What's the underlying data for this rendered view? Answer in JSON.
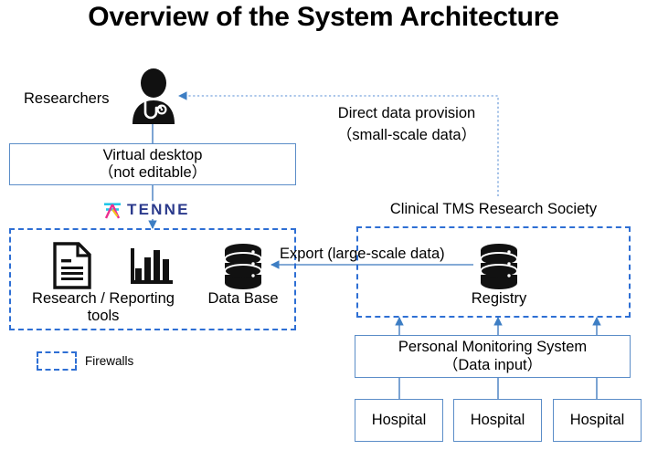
{
  "title": "Overview of the System Architecture",
  "nodes": {
    "researchers": {
      "label": "Researchers",
      "icon": "doctor-icon"
    },
    "virtual_desktop": {
      "line1": "Virtual desktop",
      "line2": "（not editable）"
    },
    "tenne": {
      "label": "TENNE",
      "icon": "tenne-logo-icon"
    },
    "research_tools": {
      "line1": "Research / Reporting",
      "line2": "tools",
      "icon": "document-icon",
      "icon2": "bar-chart-icon"
    },
    "database": {
      "label": "Data Base",
      "icon": "database-icon"
    },
    "society": {
      "label": "Clinical TMS Research Society"
    },
    "registry": {
      "label": "Registry",
      "icon": "database-icon"
    },
    "pms": {
      "line1": "Personal Monitoring System",
      "line2": "（Data input）"
    },
    "hospitals": [
      {
        "label": "Hospital"
      },
      {
        "label": "Hospital"
      },
      {
        "label": "Hospital"
      }
    ]
  },
  "edges": {
    "direct_provision": {
      "line1": "Direct data provision",
      "line2": "（small-scale data）"
    },
    "export": {
      "label": "Export (large-scale data)"
    }
  },
  "legend": {
    "label": "Firewalls"
  },
  "colors": {
    "box_border": "#5B8DC8",
    "firewall": "#2E6FD4",
    "connector": "#5B8DC8",
    "dotted": "#8FB4E3",
    "icon": "#111111",
    "tenne_text": "#2B3A8C",
    "tenne_cyan": "#22C6E8",
    "tenne_magenta": "#EC2E8F",
    "tenne_yellow": "#F4C320"
  }
}
